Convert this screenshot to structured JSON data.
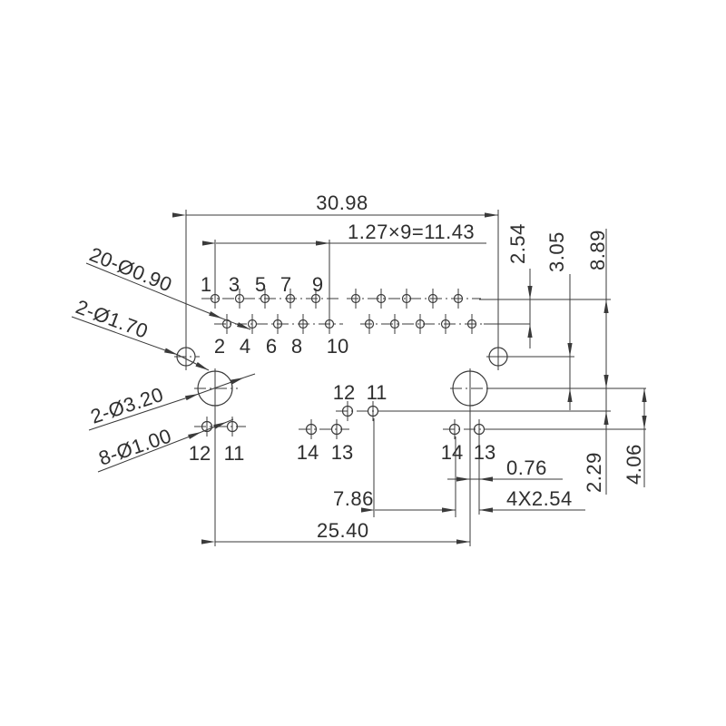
{
  "drawing": {
    "background_color": "#ffffff",
    "line_color": "#3a3a3a",
    "dimensions": {
      "overall_width": "30.98",
      "pin_pitch_span": "1.27×9=11.43",
      "row_spacing": "2.54",
      "mount_hole_offset": "3.05",
      "upper_height": "8.89",
      "lower_row_offset": "2.29",
      "lower_height": "4.06",
      "pin13_offset": "0.76",
      "lower_span": "7.86",
      "lower_pitch": "4X2.54",
      "mount_span": "25.40"
    },
    "hole_callouts": {
      "pin_holes": "20-Ø0.90",
      "small_mount_holes": "2-Ø1.70",
      "large_mount_holes": "2-Ø3.20",
      "lower_pin_holes": "8-Ø1.00"
    },
    "pin_labels": {
      "top_row": [
        "1",
        "3",
        "5",
        "7",
        "9"
      ],
      "second_row": [
        "2",
        "4",
        "6",
        "8",
        "10"
      ],
      "left_pair": [
        "12",
        "11"
      ],
      "mid_upper_pair": [
        "12",
        "11"
      ],
      "mid_lower_pair": [
        "14",
        "13"
      ],
      "right_pair": [
        "14",
        "13"
      ]
    }
  }
}
